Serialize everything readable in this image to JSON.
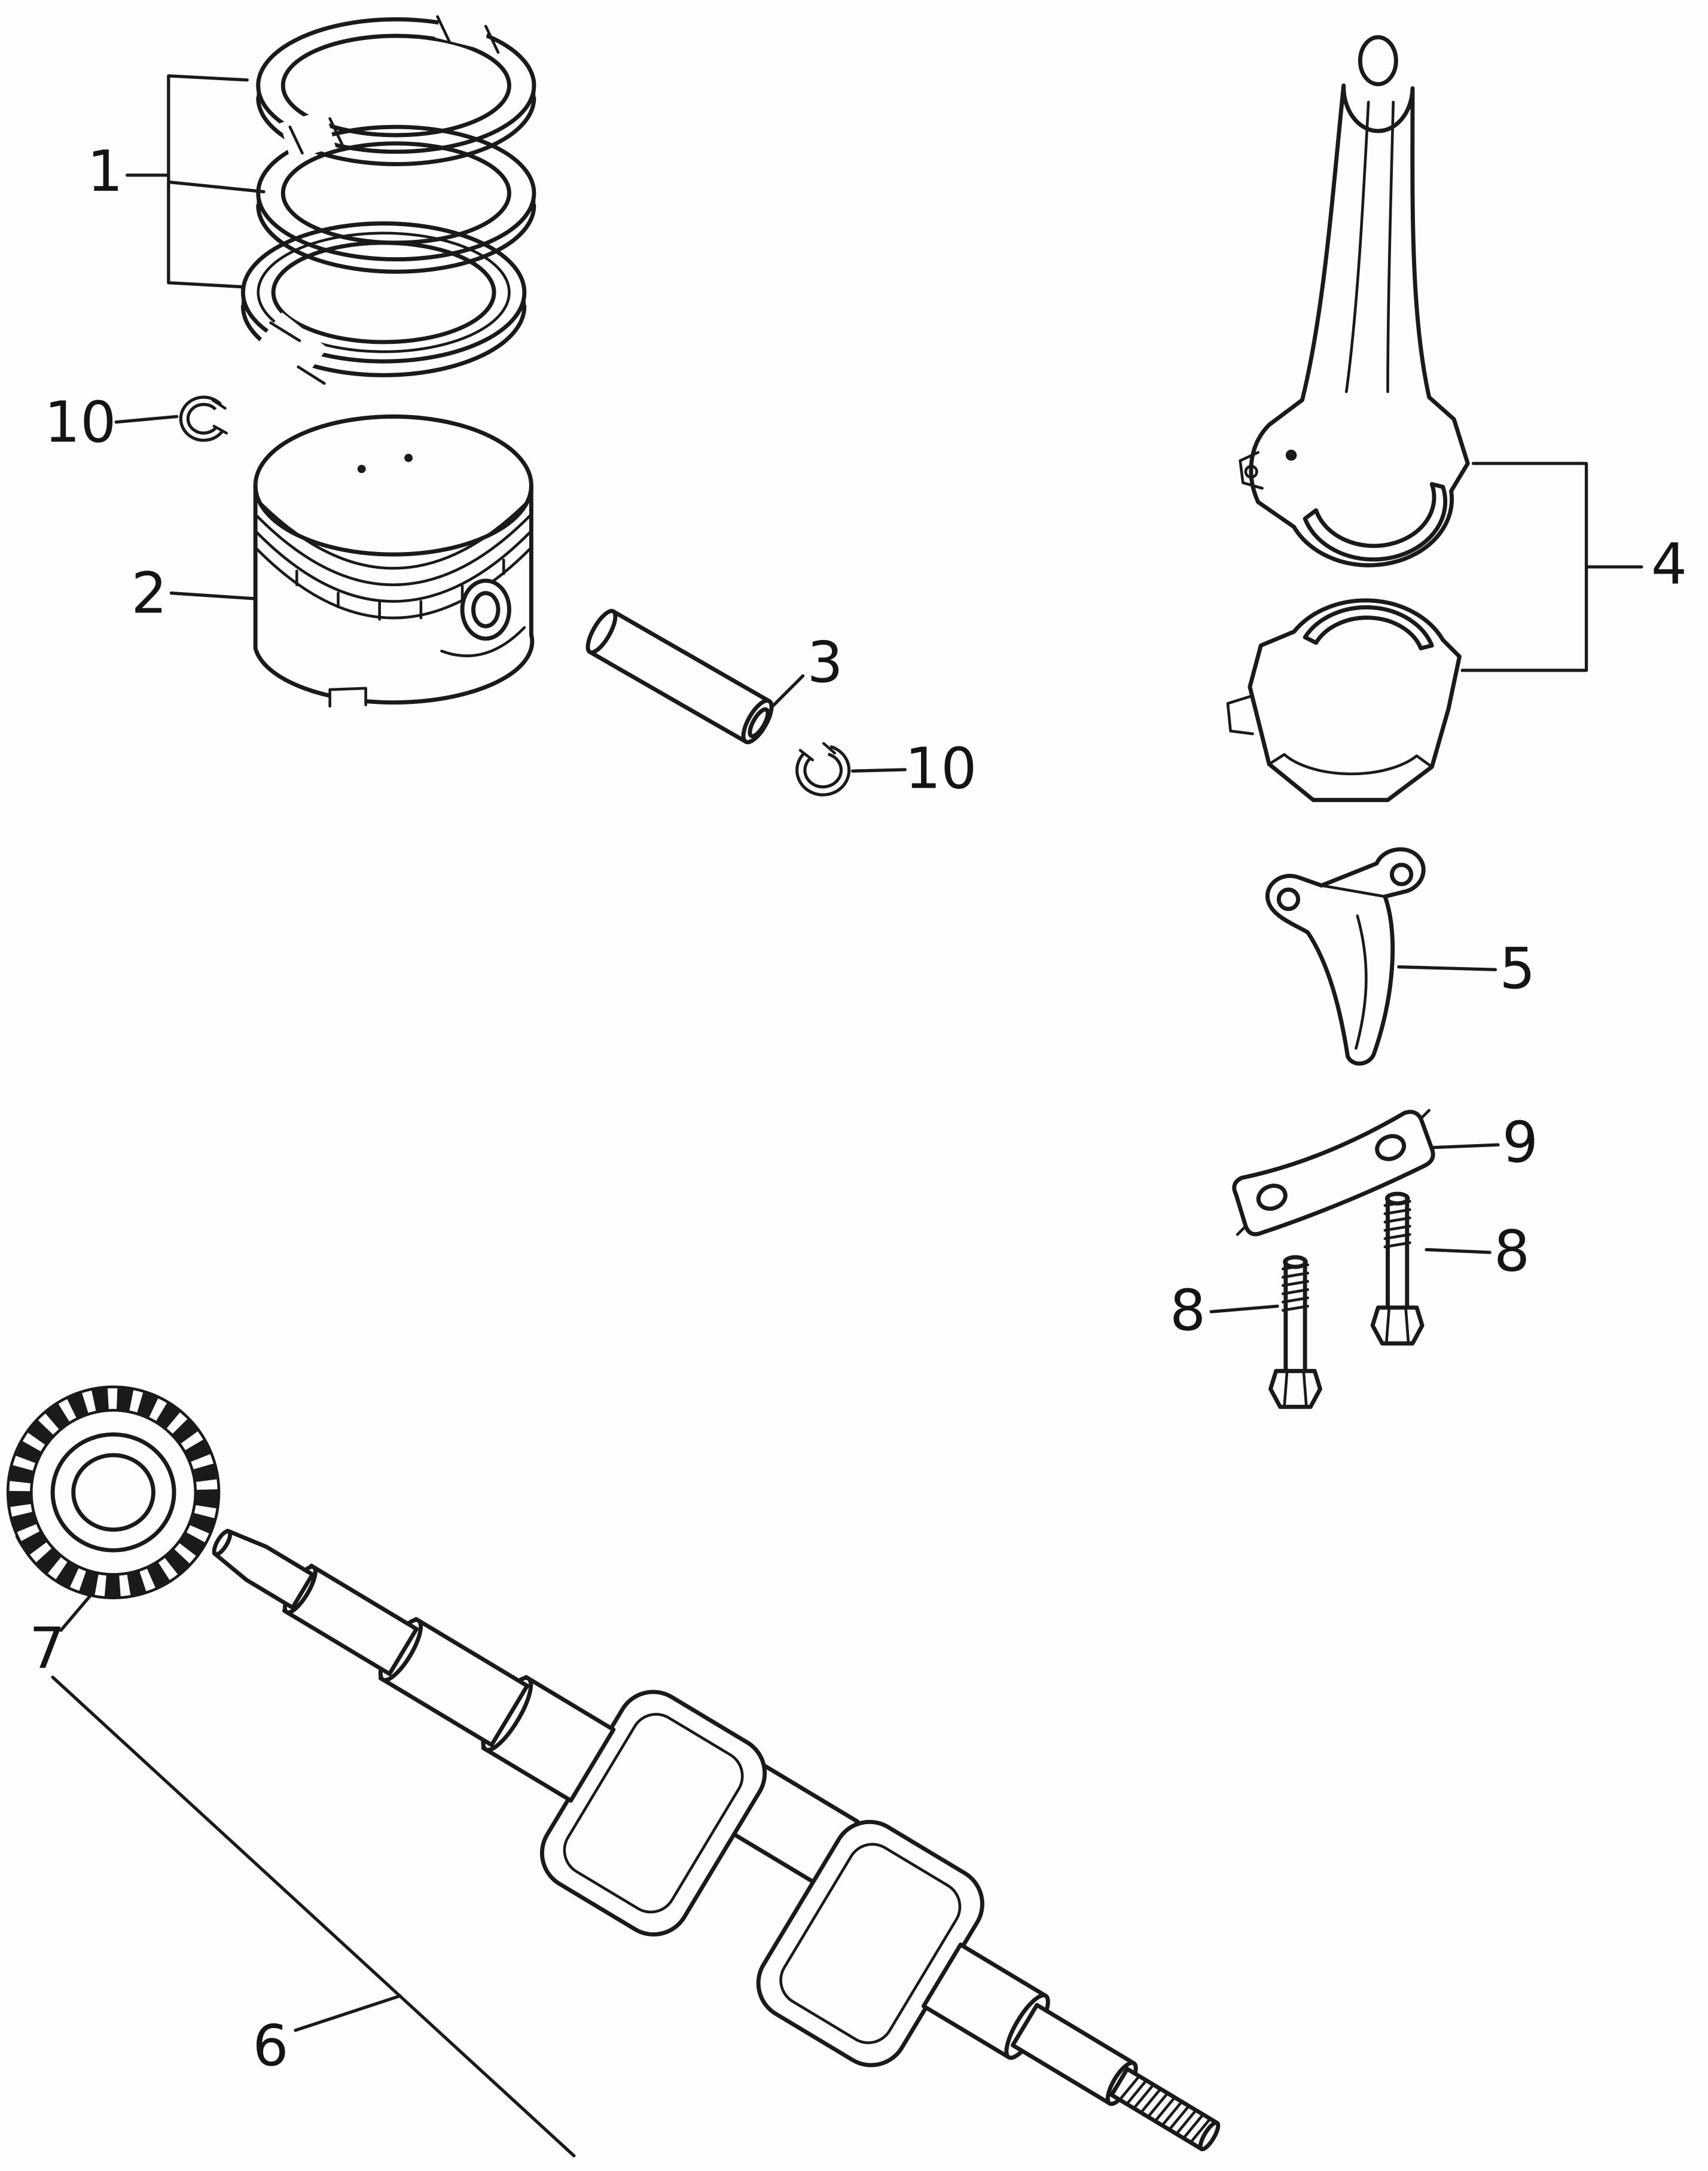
{
  "figure": {
    "title": "piston-and-crankshaft-exploded-parts-diagram",
    "paper_color": "#fdfdfc",
    "ink_color": "#1a1a1a"
  },
  "callouts": [
    {
      "number": "1",
      "part": "piston-ring-set"
    },
    {
      "number": "10",
      "part": "piston-pin-clip-upper"
    },
    {
      "number": "2",
      "part": "piston"
    },
    {
      "number": "3",
      "part": "piston-pin"
    },
    {
      "number": "10",
      "part": "piston-pin-clip-lower"
    },
    {
      "number": "4",
      "part": "connecting-rod-assembly"
    },
    {
      "number": "5",
      "part": "rod-guide-bracket"
    },
    {
      "number": "9",
      "part": "bolt-lock-plate"
    },
    {
      "number": "8",
      "part": "connecting-rod-bolt-right"
    },
    {
      "number": "8",
      "part": "connecting-rod-bolt-left"
    },
    {
      "number": "7",
      "part": "timing-gear"
    },
    {
      "number": "6",
      "part": "crankshaft"
    }
  ]
}
